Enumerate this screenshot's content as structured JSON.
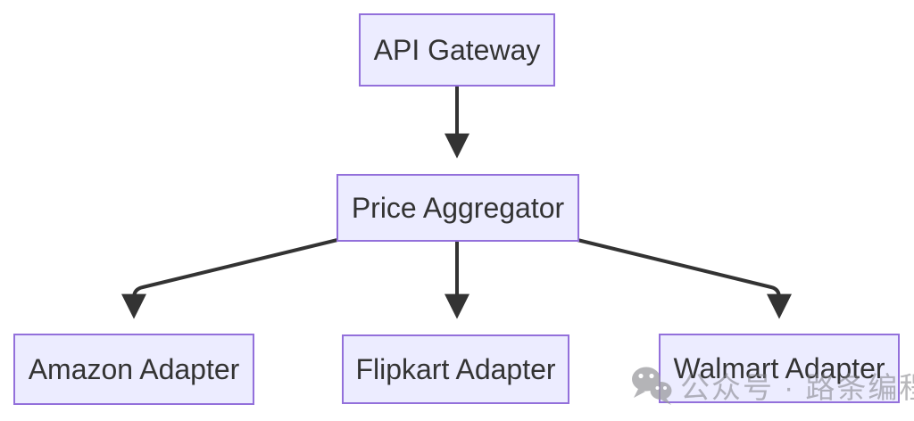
{
  "diagram": {
    "type": "flowchart",
    "direction": "top-down",
    "nodes": [
      {
        "id": "api-gateway",
        "label": "API Gateway"
      },
      {
        "id": "price-aggregator",
        "label": "Price Aggregator"
      },
      {
        "id": "amazon-adapter",
        "label": "Amazon Adapter"
      },
      {
        "id": "flipkart-adapter",
        "label": "Flipkart Adapter"
      },
      {
        "id": "walmart-adapter",
        "label": "Walmart Adapter"
      }
    ],
    "edges": [
      {
        "from": "API Gateway",
        "to": "Price Aggregator"
      },
      {
        "from": "Price Aggregator",
        "to": "Amazon Adapter"
      },
      {
        "from": "Price Aggregator",
        "to": "Flipkart Adapter"
      },
      {
        "from": "Price Aggregator",
        "to": "Walmart Adapter"
      }
    ],
    "colors": {
      "node_fill": "#ECECFF",
      "node_border": "#9370DB",
      "node_text": "#333333",
      "edge_stroke": "#333333",
      "background": "#FFFFFF"
    }
  },
  "watermark": {
    "icon": "wechat-icon",
    "text": "公众号 · 路条编程",
    "color": "#7D7D84"
  }
}
